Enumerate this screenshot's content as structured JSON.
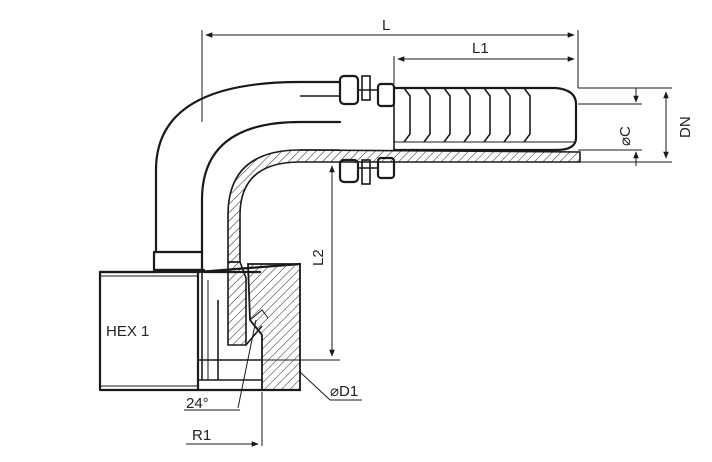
{
  "drawing": {
    "labels": {
      "L": "L",
      "L1": "L1",
      "L2": "L2",
      "C": "⌀C",
      "DN": "DN",
      "HEX1": "HEX 1",
      "D1": "⌀D1",
      "angle": "24°",
      "R1": "R1"
    }
  }
}
